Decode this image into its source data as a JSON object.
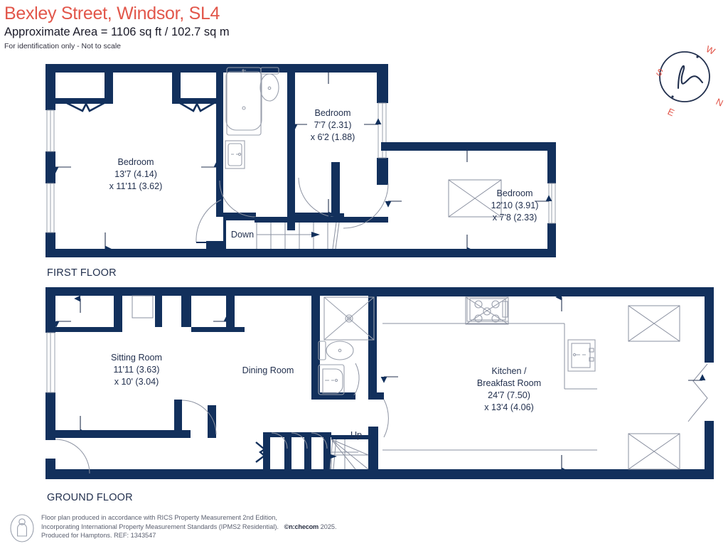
{
  "header": {
    "title": "Bexley Street, Windsor, SL4",
    "area": "Approximate Area = 1106 sq ft / 102.7 sq m",
    "disclaimer": "For identification only - Not to scale",
    "title_color": "#e2564a"
  },
  "compass": {
    "name": "compass-rose",
    "north": "N",
    "south": "S",
    "east": "E",
    "west": "W",
    "needle_glyph": "h",
    "letter_color": "#e2564a",
    "ring_color": "#23314f"
  },
  "floors": [
    {
      "id": "first",
      "caption": "FIRST FLOOR",
      "rooms": [
        {
          "name": "master-bedroom",
          "label": "Bedroom",
          "dim1": "13'7 (4.14)",
          "dim2": "x 11'11 (3.62)"
        },
        {
          "name": "small-bedroom",
          "label": "Bedroom",
          "dim1": "7'7 (2.31)",
          "dim2": "x 6'2 (1.88)"
        },
        {
          "name": "rear-bedroom",
          "label": "Bedroom",
          "dim1": "12'10 (3.91)",
          "dim2": "x 7'8 (2.33)"
        }
      ],
      "stair_label": "Down",
      "fixtures": [
        "bath",
        "wc",
        "basin",
        "rooflight"
      ]
    },
    {
      "id": "ground",
      "caption": "GROUND FLOOR",
      "rooms": [
        {
          "name": "sitting-room",
          "label": "Sitting Room",
          "dim1": "11'11 (3.63)",
          "dim2": "x 10' (3.04)"
        },
        {
          "name": "dining-room",
          "label": "Dining Room",
          "dim1": "",
          "dim2": ""
        },
        {
          "name": "kitchen-breakfast-room",
          "label1": "Kitchen /",
          "label2": "Breakfast Room",
          "dim1": "24'7 (7.50)",
          "dim2": "x 13'4 (4.06)"
        }
      ],
      "stair_label": "Up",
      "fixtures": [
        "shower",
        "wc",
        "basin",
        "hob",
        "sink",
        "rooflight",
        "bifold-doors"
      ]
    }
  ],
  "colors": {
    "wall": "#12305c",
    "wall_dark": "#122f5c",
    "text": "#23314f",
    "fixture_line": "#9aa0ad",
    "thin_line": "#7f8696",
    "accent": "#e2564a"
  },
  "footer": {
    "line1": "Floor plan produced in accordance with RICS Property Measurement 2nd Edition,",
    "line2a": "Incorporating International Property Measurement Standards (IPMS2 Residential).",
    "brand": "©n:checom",
    "line2b": "2025.",
    "line3": "Produced for Hamptons.   REF: 1343547",
    "icon": "person-in-circle-icon"
  }
}
